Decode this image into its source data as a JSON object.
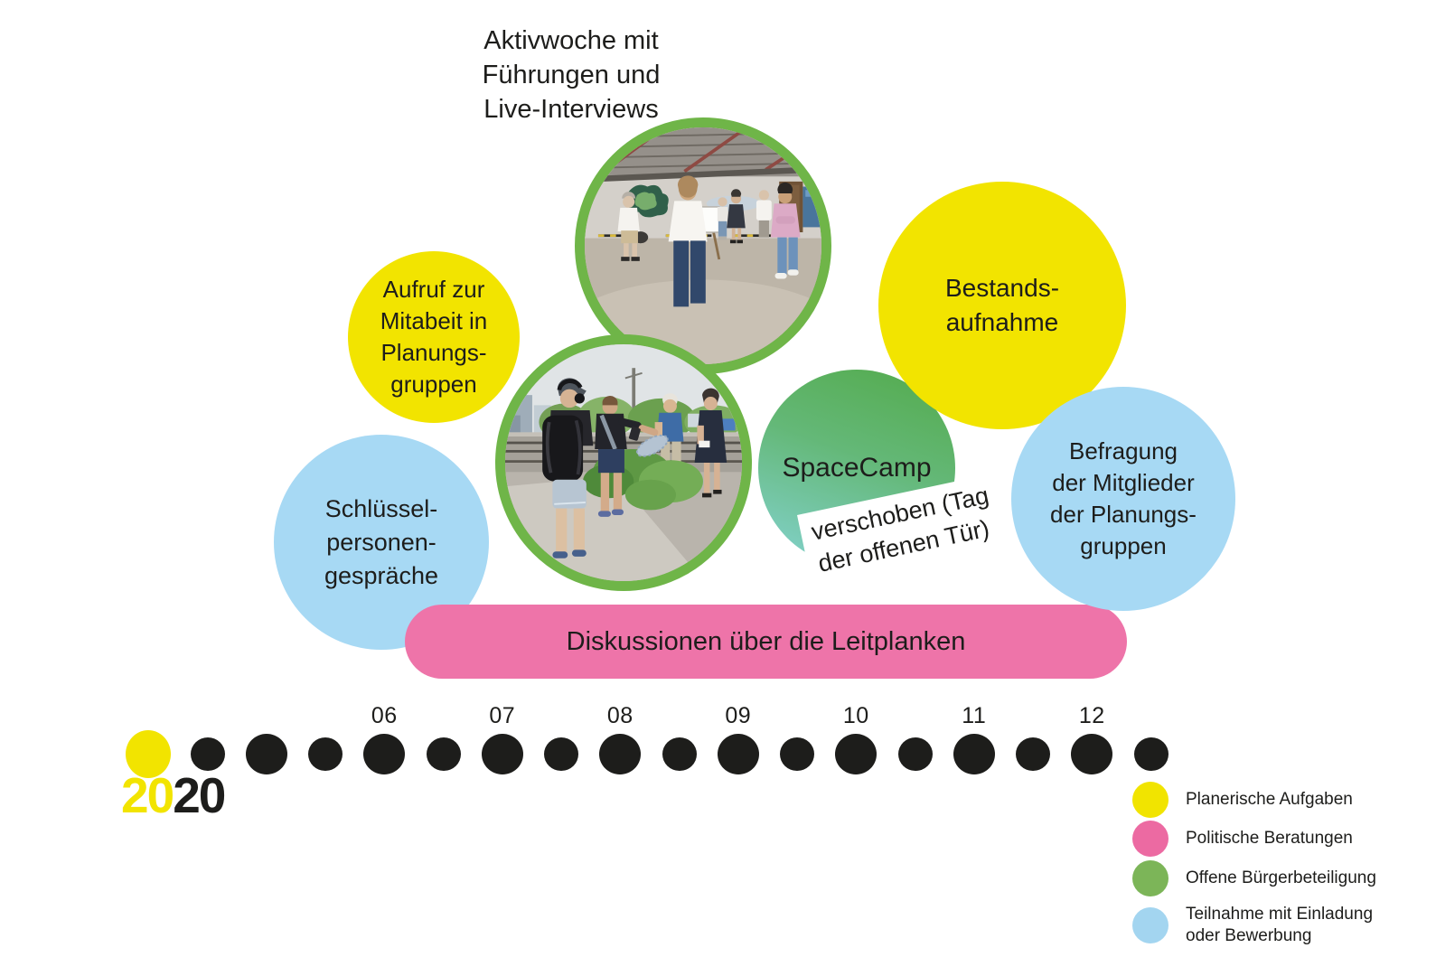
{
  "caption": {
    "text": "Aktivwoche mit\nFührungen und\nLive-Interviews"
  },
  "bubbles": {
    "aufruf": {
      "label": "Aufruf zur\nMitabeit in\nPlanungs-\ngruppen",
      "color": "#F2E400"
    },
    "schluessel": {
      "label": "Schlüssel-\npersonen-\ngespräche",
      "color": "#A7D9F4"
    },
    "spacecamp": {
      "label": "SpaceCamp",
      "note": "verschoben (Tag\nder offenen Tür)",
      "color_top": "#55AC50",
      "color_bottom": "#82D1CA"
    },
    "bestand": {
      "label": "Bestands-\naufnahme",
      "color": "#F2E400"
    },
    "befragung": {
      "label": "Befragung\nder Mitglieder\nder Planungs-\ngruppen",
      "color": "#A7D9F4"
    }
  },
  "bar": {
    "label": "Diskussionen über die Leitplanken",
    "color": "#EE74A9"
  },
  "photos": {
    "photo1": {
      "description": "Gruppe im Gespräch vor einer Halle mit Flipchart",
      "ring_color": "#6FB548"
    },
    "photo2": {
      "description": "Live-Interview mit Mikrofon an Bahngleisen",
      "ring_color": "#6FB548"
    }
  },
  "timeline": {
    "year_highlight": "20",
    "year_rest": "20",
    "months": [
      "06",
      "07",
      "08",
      "09",
      "10",
      "11",
      "12"
    ],
    "black_dot_count": 17,
    "start_dot_color": "#F2E400",
    "dot_color": "#1D1D1B"
  },
  "legend": {
    "items": [
      {
        "label": "Planerische Aufgaben",
        "color": "#F1E400"
      },
      {
        "label": "Politische Beratungen",
        "color": "#EC6AA2"
      },
      {
        "label": "Offene Bürgerbeteiligung",
        "color": "#7CB558"
      },
      {
        "label": "Teilnahme mit Einladung\noder Bewerbung",
        "color": "#A3D5F0"
      }
    ]
  }
}
